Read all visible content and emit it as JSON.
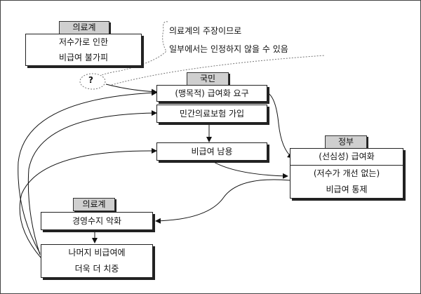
{
  "medical_top": {
    "tag": "의료계",
    "lines": [
      "저수가로 인한",
      "비급여 불가피"
    ]
  },
  "callout": {
    "lines": [
      "의료계의 주장이므로",
      "일부에서는 인정하지 않을 수 있음"
    ],
    "mark": "?"
  },
  "citizens": {
    "tag": "국민",
    "item1": "(맹목적) 급여화 요구",
    "item2": "민간의료보험 가입",
    "item3": "비급여 남용"
  },
  "government": {
    "tag": "정부",
    "line1": "(선심성) 급여화",
    "line2": "(저수가 개선 없는)",
    "line3": "비급여 통제"
  },
  "medical_bottom": {
    "tag": "의료계",
    "item1": "경영수지 악화",
    "item2_lines": [
      "나머지 비급여에",
      "더욱 더 치중"
    ]
  }
}
